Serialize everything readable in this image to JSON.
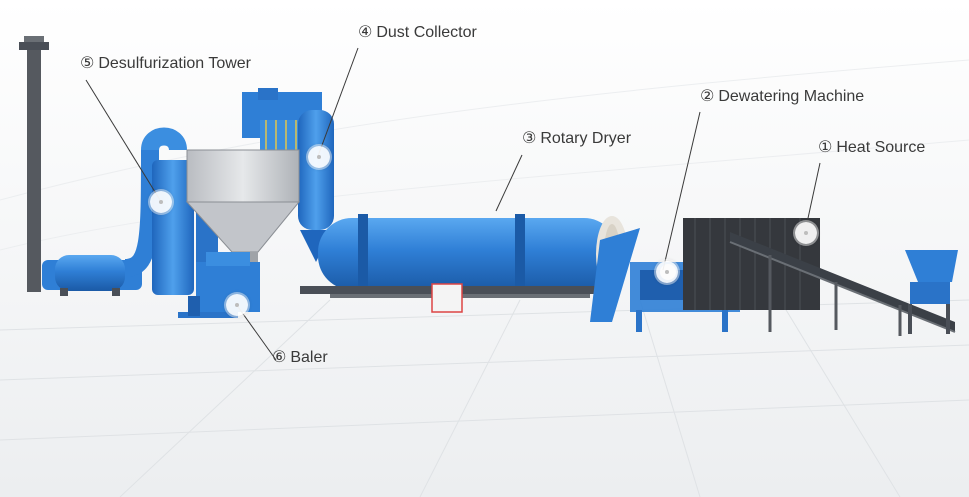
{
  "labels": [
    {
      "id": "heat-source",
      "num": "①",
      "text": "Heat Source"
    },
    {
      "id": "dewatering-machine",
      "num": "②",
      "text": "Dewatering Machine"
    },
    {
      "id": "rotary-dryer",
      "num": "③",
      "text": "Rotary Dryer"
    },
    {
      "id": "dust-collector",
      "num": "④",
      "text": "Dust Collector"
    },
    {
      "id": "desulfurization-tower",
      "num": "⑤",
      "text": "Desulfurization Tower"
    },
    {
      "id": "baler",
      "num": "⑥",
      "text": "Baler"
    }
  ],
  "colors": {
    "equipment_blue": "#2f7fd6",
    "equipment_blue_dark": "#1f5fae",
    "frame_steel": "#4a4f57",
    "hopper_grey": "#cfd2d6",
    "floor": "#f2f3f4",
    "label_text": "#3a3a3a"
  }
}
